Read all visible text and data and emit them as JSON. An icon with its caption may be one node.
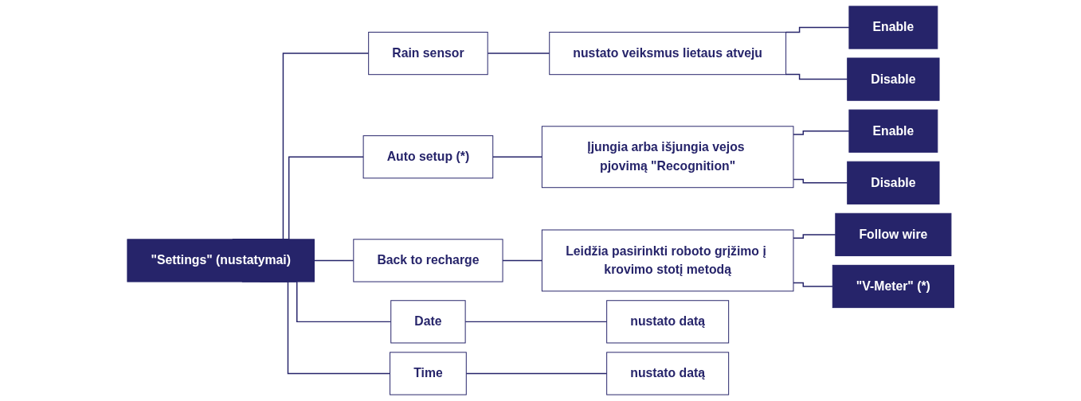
{
  "diagram": {
    "nodes": [
      {
        "text": [
          "\"Settings\" (nustatymai)"
        ]
      },
      {
        "text": [
          "Rain sensor"
        ]
      },
      {
        "text": [
          "nustato veiksmus lietaus atveju"
        ]
      },
      {
        "text": [
          "Enable"
        ]
      },
      {
        "text": [
          "Disable"
        ]
      },
      {
        "text": [
          "Auto setup (*)"
        ]
      },
      {
        "text": [
          "Įjungia arba išjungia vejos pjovimą \"Recognition\""
        ]
      },
      {
        "text": [
          "Enable"
        ]
      },
      {
        "text": [
          "Disable"
        ]
      },
      {
        "text": [
          "Back to recharge"
        ]
      },
      {
        "text": [
          "Leidžia pasirinkti roboto grįžimo į krovimo stotį metodą"
        ]
      },
      {
        "text": [
          "Follow wire"
        ]
      },
      {
        "text": [
          "\"V-Meter\" (*)"
        ]
      },
      {
        "text": [
          "Date"
        ]
      },
      {
        "text": [
          "nustato datą"
        ]
      },
      {
        "text": [
          "Time"
        ]
      },
      {
        "text": [
          "nustato datą"
        ]
      }
    ],
    "edges": [
      {
        "from": 0,
        "to": 1,
        "arrow": "none"
      },
      {
        "from": 1,
        "to": 2,
        "arrow": "none"
      },
      {
        "from": 2,
        "to": 3,
        "arrow": "none"
      },
      {
        "from": 2,
        "to": 4,
        "arrow": "none"
      },
      {
        "from": 0,
        "to": 5,
        "arrow": "none"
      },
      {
        "from": 5,
        "to": 6,
        "arrow": "none"
      },
      {
        "from": 6,
        "to": 7,
        "arrow": "none"
      },
      {
        "from": 6,
        "to": 8,
        "arrow": "none"
      },
      {
        "from": 0,
        "to": 9,
        "arrow": "none"
      },
      {
        "from": 9,
        "to": 10,
        "arrow": "none"
      },
      {
        "from": 10,
        "to": 11,
        "arrow": "none"
      },
      {
        "from": 10,
        "to": 12,
        "arrow": "none"
      },
      {
        "from": 0,
        "to": 13,
        "arrow": "none"
      },
      {
        "from": 13,
        "to": 14,
        "arrow": "none"
      },
      {
        "from": 0,
        "to": 15,
        "arrow": "none"
      },
      {
        "from": 15,
        "to": 16,
        "arrow": "none"
      }
    ]
  }
}
